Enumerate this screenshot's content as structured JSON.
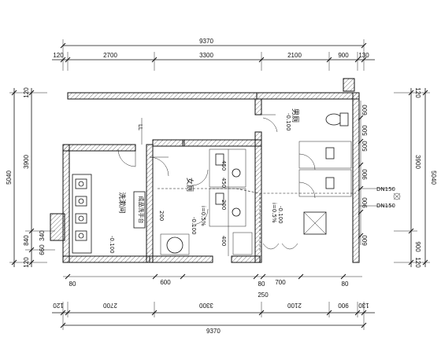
{
  "dimensions": {
    "top_total": "9370",
    "top_segments": [
      "120",
      "2700",
      "3300",
      "2100",
      "900",
      "130"
    ],
    "bottom_total": "9370",
    "bottom_segments": [
      "120",
      "2700",
      "3300",
      "2100",
      "900",
      "130"
    ],
    "left_total": "5040",
    "left_segments": [
      "120",
      "3900",
      "840",
      "120"
    ],
    "right_total": "5040",
    "right_segments": [
      "120",
      "3900",
      "900",
      "120"
    ],
    "inner_bottom": [
      "80",
      "600",
      "80",
      "250",
      "700",
      "80"
    ],
    "inner_left_small": [
      "660",
      "340"
    ],
    "right_inner": [
      "600",
      "500",
      "900",
      "900",
      "500",
      "600"
    ]
  },
  "rooms": {
    "male_toilet": "男厕",
    "female_toilet": "女厕",
    "washroom": "洗漱间"
  },
  "levels": {
    "male": "-0.100",
    "female": "-0.100",
    "wash": "-0.100",
    "wash2": "-0.100",
    "slope1": "i=0.5%",
    "slope2": "i=0.5%"
  },
  "tags": {
    "dn150_a": "DN150",
    "dn150_b": "DN150",
    "sink_label": "成品洗手台",
    "ll": "LL",
    "vertical_small": [
      "450",
      "200",
      "450",
      "400",
      "200"
    ]
  }
}
